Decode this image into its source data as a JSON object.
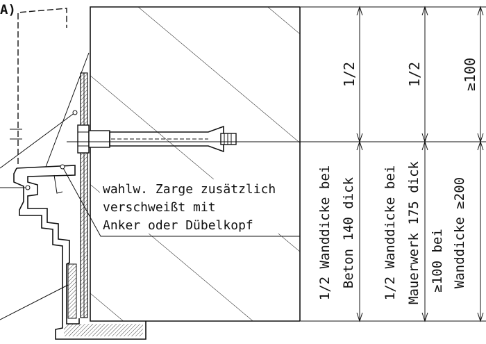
{
  "section_marker": "A)",
  "note": {
    "line1": "wahlw. Zarge zusätzlich",
    "line2": "verschweißt mit",
    "line3": "Anker oder Dübelkopf"
  },
  "dims": {
    "col1_top": "1/2",
    "col2_top": "1/2",
    "col3_top": "≥100",
    "col1_bottom_line1": "1/2 Wanddicke bei",
    "col1_bottom_line2": "Beton 140 dick",
    "col2_bottom_line1": "1/2 Wanddicke bei",
    "col2_bottom_line2": "Mauerwerk 175 dick",
    "col3_bottom_line1": "≥100 bei",
    "col3_bottom_line2": "Wanddicke ≥200"
  }
}
